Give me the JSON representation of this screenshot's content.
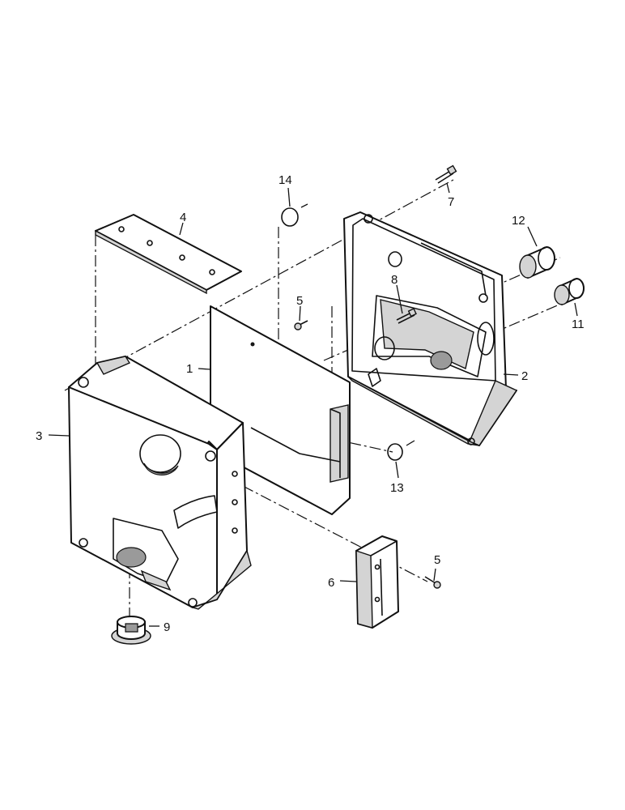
{
  "callouts": {
    "c1": "1",
    "c2": "2",
    "c3": "3",
    "c4": "4",
    "c5a": "5",
    "c5b": "5",
    "c6": "6",
    "c7": "7",
    "c8": "8",
    "c9": "9",
    "c11": "11",
    "c12": "12",
    "c13": "13",
    "c14": "14"
  }
}
